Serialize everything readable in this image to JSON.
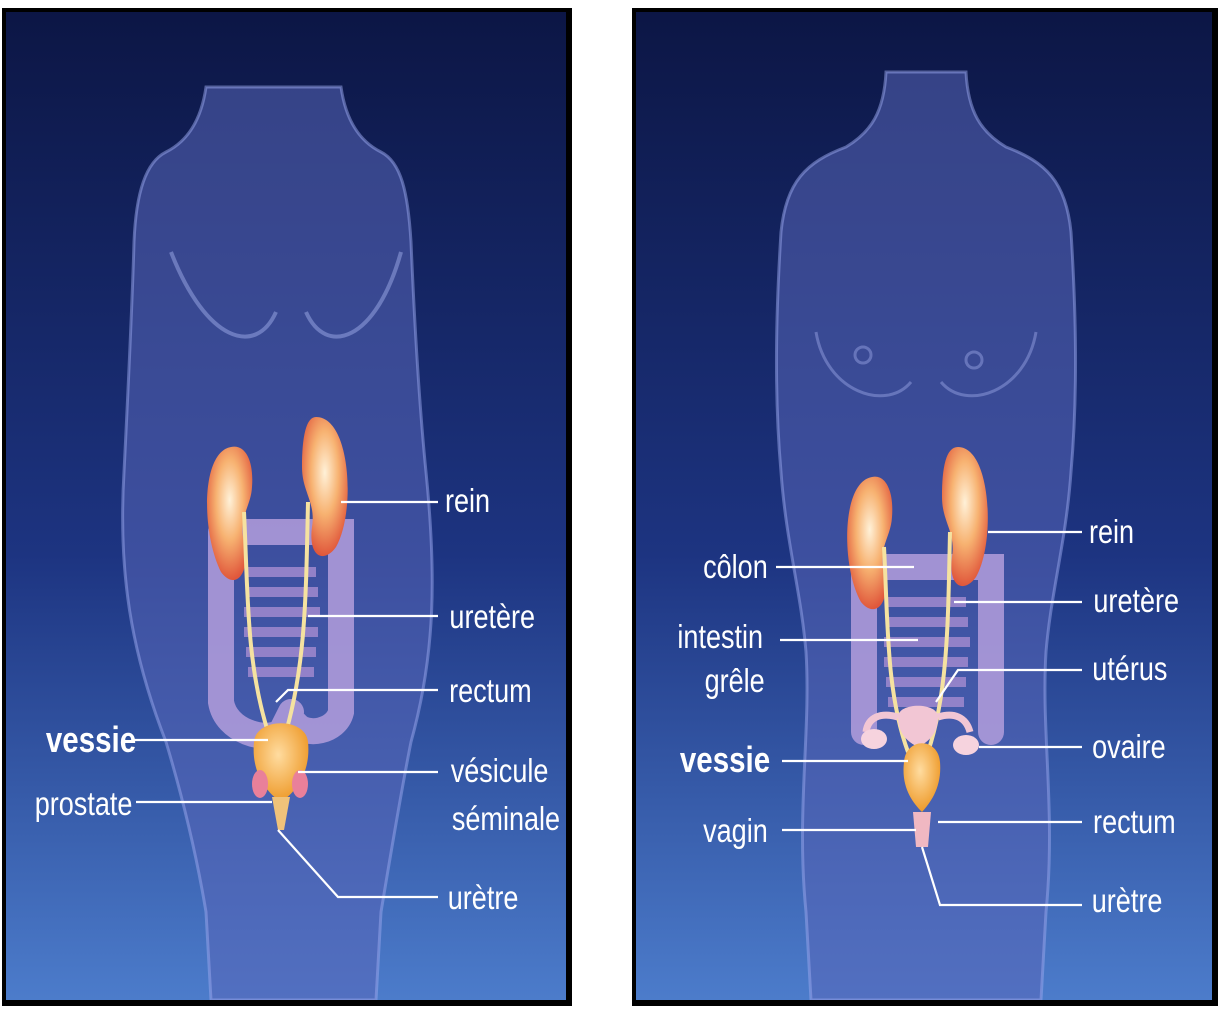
{
  "colors": {
    "background_top": "#0e1a4a",
    "background_bottom": "#4a78c8",
    "body_silhouette": "#6a78c8",
    "kidney": "#f29a5a",
    "bladder": "#f2a63a",
    "intestine": "#a58fd0",
    "label_text": "#ffffff"
  },
  "male": {
    "labels": {
      "rein": "rein",
      "uretere": "uretère",
      "rectum": "rectum",
      "vessie": "vessie",
      "prostate": "prostate",
      "vesicule_line1": "vésicule",
      "vesicule_line2": "séminale",
      "uretre": "urètre"
    }
  },
  "female": {
    "labels": {
      "rein": "rein",
      "colon": "côlon",
      "uretere": "uretère",
      "intestin_line1": "intestin",
      "intestin_line2": "grêle",
      "uterus": "utérus",
      "ovaire": "ovaire",
      "vessie": "vessie",
      "vagin": "vagin",
      "rectum": "rectum",
      "uretre": "urètre"
    }
  }
}
